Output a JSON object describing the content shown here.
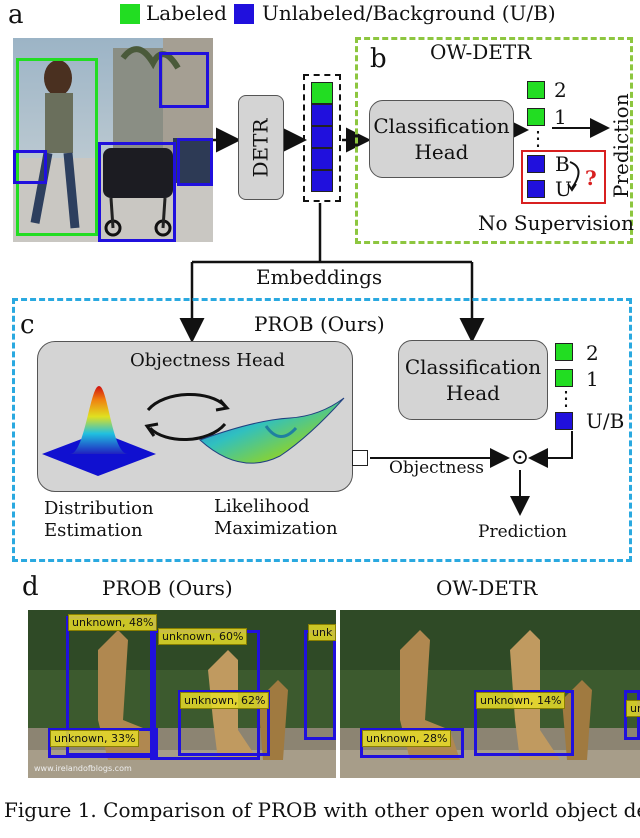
{
  "legend": {
    "panel_a": "a",
    "labeled": "Labeled",
    "unlabeled": "Unlabeled/Background (U/B)",
    "labeled_color": "#22dd22",
    "unlabeled_color": "#2010dd"
  },
  "panel_b": {
    "letter": "b",
    "title": "OW-DETR",
    "classification_head": "Classification Head",
    "class_2": "2",
    "class_1": "1",
    "dots": "⋮",
    "b_label": "B",
    "u_label": "U",
    "question": "?",
    "prediction": "Prediction",
    "no_supervision": "No Supervision",
    "border_color": "#8dc63f"
  },
  "detr": {
    "label": "DETR"
  },
  "embeddings": {
    "label": "Embeddings"
  },
  "panel_c": {
    "letter": "c",
    "title": "PROB (Ours)",
    "objectness_head": "Objectness Head",
    "distribution": "Distribution Estimation",
    "likelihood": "Likelihood Maximization",
    "classification_head": "Classification Head",
    "class_2": "2",
    "class_1": "1",
    "dots": "⋮",
    "ub": "U/B",
    "objectness": "Objectness",
    "prediction": "Prediction",
    "odot": "⊙",
    "border_color": "#2aa9e0"
  },
  "panel_d": {
    "letter": "d",
    "left_title": "PROB (Ours)",
    "right_title": "OW-DETR",
    "left_tags": [
      "unknown, 48%",
      "unknown, 60%",
      "unknown, 62%",
      "unknown, 33%",
      "unk"
    ],
    "right_tags": [
      "unknown, 14%",
      "unknown, 28%",
      "unk"
    ],
    "watermark": "www.irelandofblogs.com"
  },
  "caption": "Figure 1. Comparison of PROB with other open world object de"
}
